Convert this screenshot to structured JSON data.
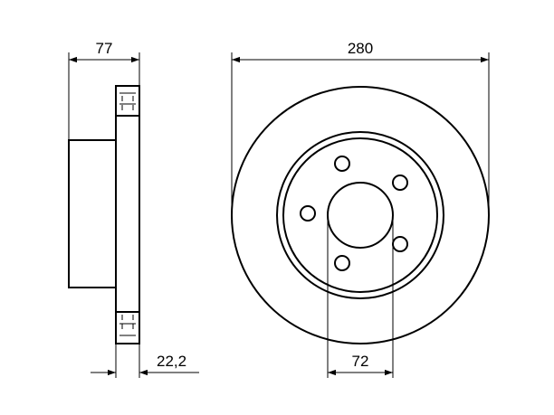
{
  "dimensions": {
    "hub_height": "77",
    "disc_thickness": "22,2",
    "outer_diameter": "280",
    "center_bore": "72"
  },
  "colors": {
    "line": "#000000",
    "background": "#ffffff"
  }
}
